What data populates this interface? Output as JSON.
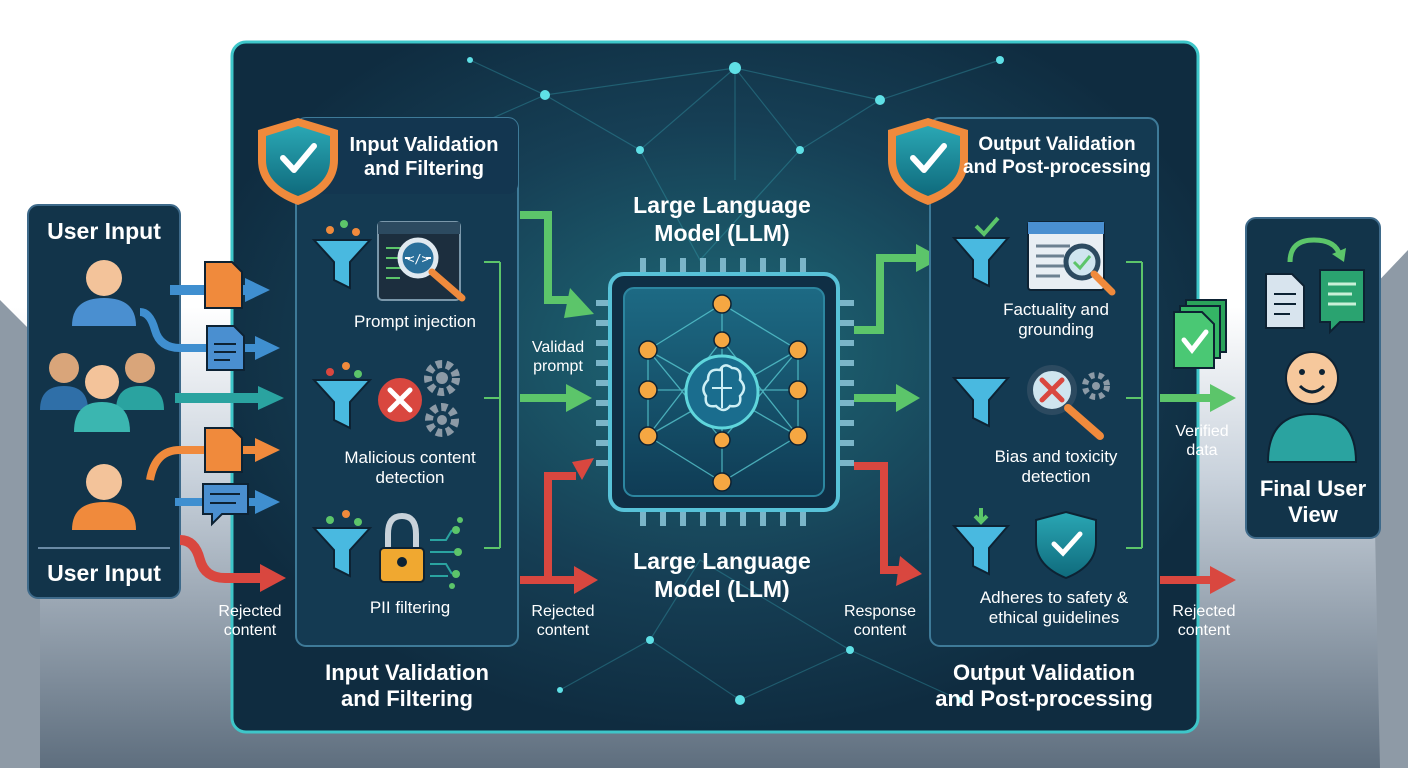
{
  "user_input": {
    "title_top": "User Input",
    "title_bottom": "User Input",
    "rejected": "Rejected\ncontent"
  },
  "input_validation": {
    "header": "Input Validation\nand Filtering",
    "footer": "Input Validation\nand Filtering",
    "items": [
      {
        "label": "Prompt injection",
        "icon": "code-magnifier-icon"
      },
      {
        "label": "Malicious content\ndetection",
        "icon": "error-gears-icon"
      },
      {
        "label": "PII filtering",
        "icon": "padlock-icon"
      }
    ],
    "validated": "Validad\nprompt",
    "rejected": "Rejected\ncontent"
  },
  "llm": {
    "title_top": "Large Language\nModel (LLM)",
    "title_bottom": "Large Language\nModel (LLM)",
    "response": "Response\ncontent"
  },
  "output_validation": {
    "header": "Output Validation\nand Post-processing",
    "footer": "Output Validation\nand Post-processing",
    "items": [
      {
        "label": "Factuality and\ngrounding",
        "icon": "document-check-icon"
      },
      {
        "label": "Bias and toxicity\ndetection",
        "icon": "error-magnifier-icon"
      },
      {
        "label": "Adheres to safety &\nethical guidelines",
        "icon": "shield-check-icon"
      }
    ],
    "verified": "Verified\ndata",
    "rejected": "Rejected\ncontent"
  },
  "final": {
    "title": "Final User\nView"
  },
  "colors": {
    "panel": "#12344a",
    "panel_border": "#3ec6c9",
    "green_arrow": "#5cc56a",
    "red_arrow": "#d9473f",
    "blue_arrow": "#3f8fd0",
    "orange": "#f08a3c"
  }
}
